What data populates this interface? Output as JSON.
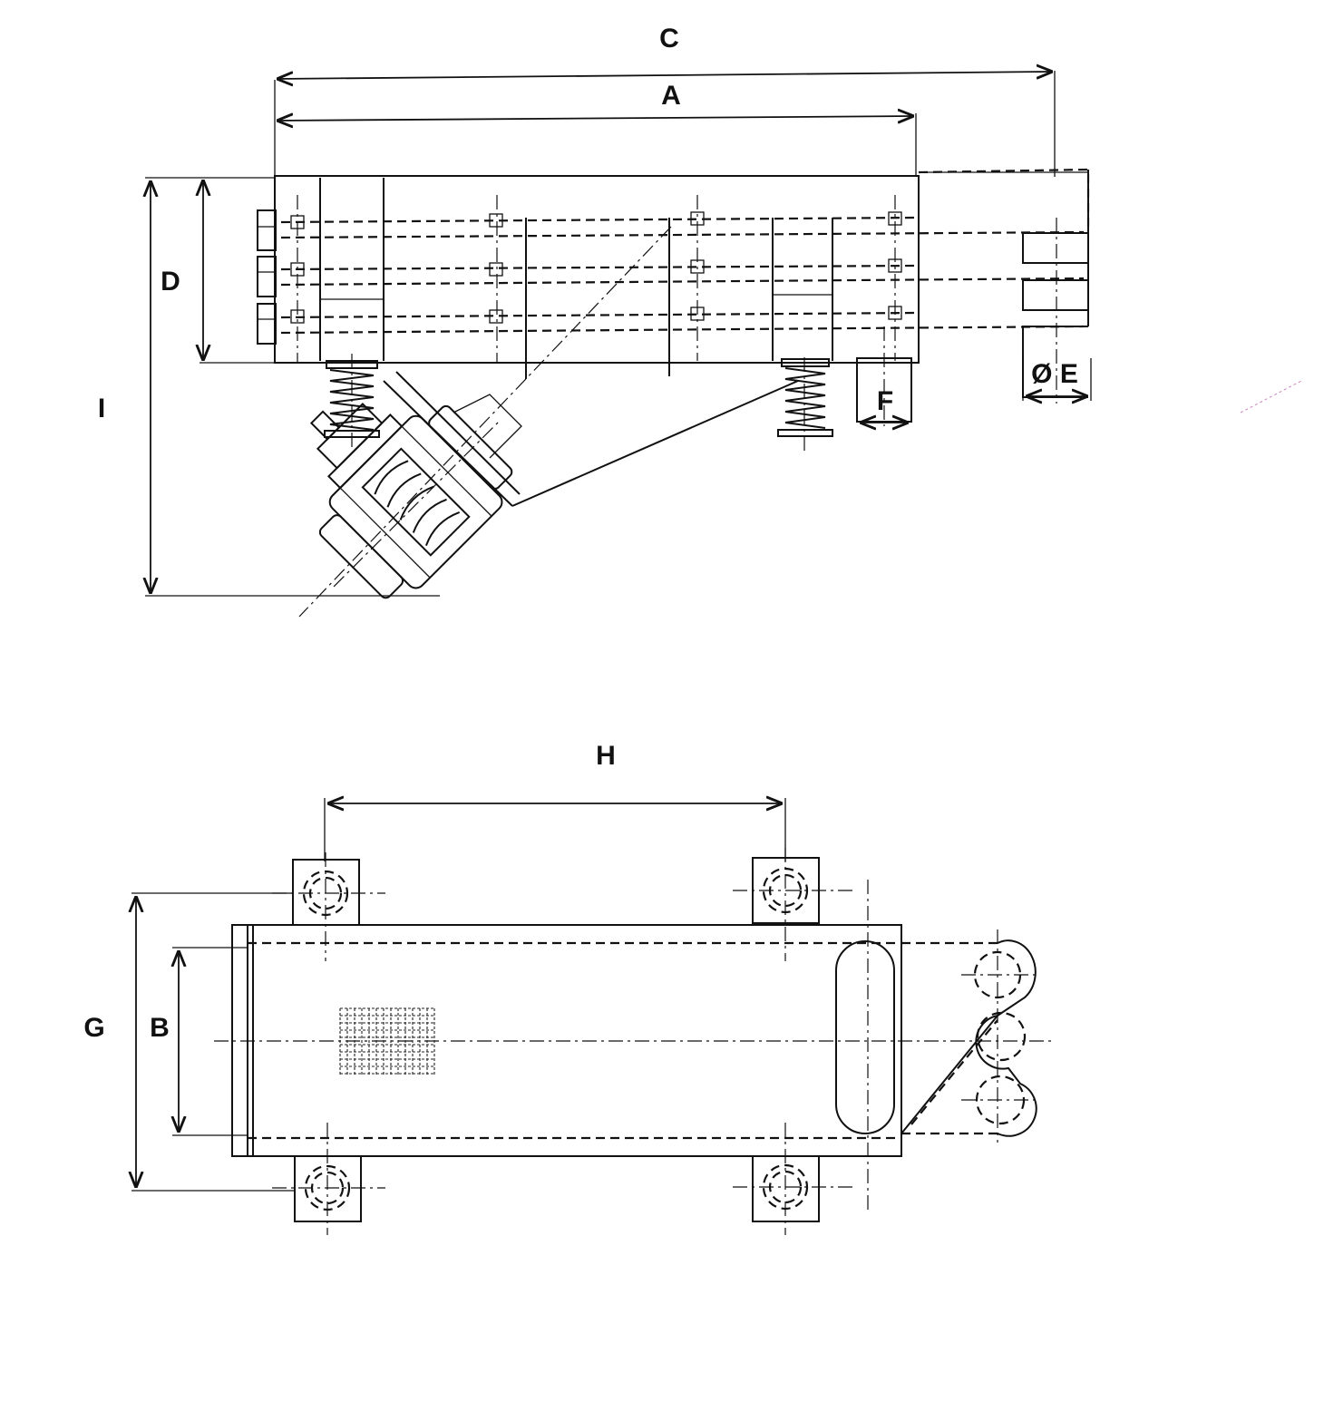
{
  "labels": {
    "C": "C",
    "A": "A",
    "D": "D",
    "I": "I",
    "E": "Ø E",
    "F": "F",
    "H": "H",
    "G": "G",
    "B": "B"
  }
}
